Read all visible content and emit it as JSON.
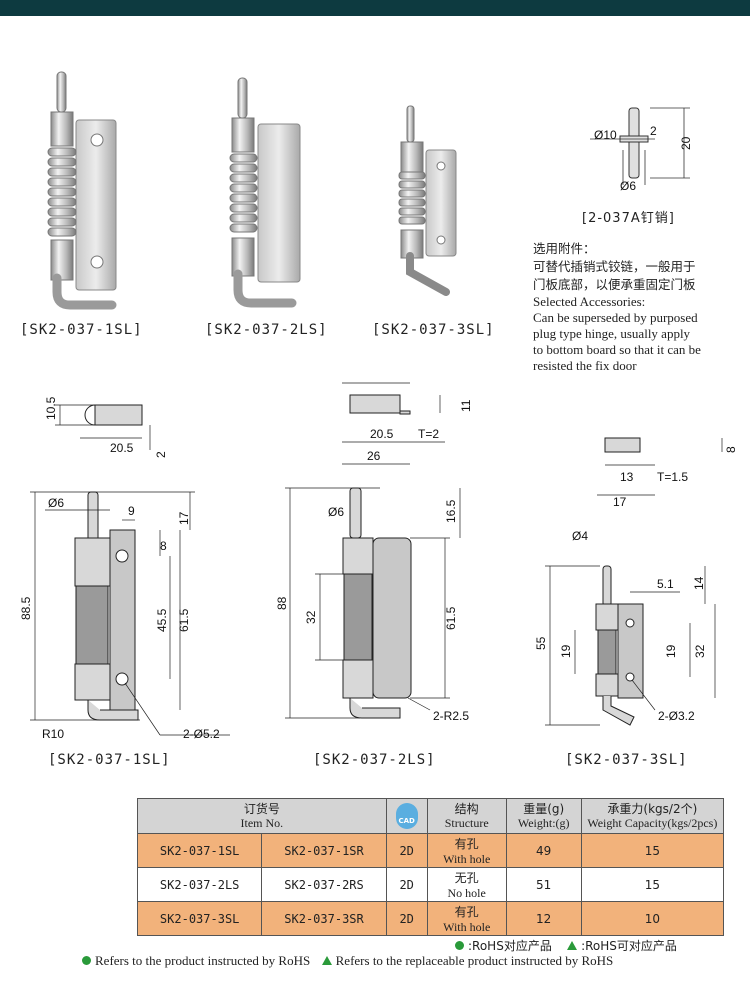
{
  "products": {
    "p1_caption": "[SK2-037-1SL]",
    "p2_caption": "[SK2-037-2LS]",
    "p3_caption": "[SK2-037-3SL]",
    "pin_caption": "[2-037A钉销]"
  },
  "pin_dims": {
    "d10": "Ø10",
    "two": "2",
    "twenty": "20",
    "d6": "Ø6"
  },
  "accessories": {
    "zh_title": "选用附件：",
    "zh_line1": "可替代插销式铰链，一般用于",
    "zh_line2": "门板底部，以便承重固定门板",
    "en_title": "Selected Accessories:",
    "en_line1": "Can be superseded by purposed",
    "en_line2": "plug type hinge, usually apply",
    "en_line3": "to bottom board so that it can be",
    "en_line4": "resisted the fix door"
  },
  "drawing1": {
    "caption": "[SK2-037-1SL]",
    "d_top1": "10.5",
    "d_top2": "20.5",
    "d_top3": "2",
    "d6": "Ø6",
    "d9": "9",
    "d17": "17",
    "d8": "8",
    "d885": "88.5",
    "d455": "45.5",
    "d615": "61.5",
    "r10": "R10",
    "holes": "2-Ø5.2"
  },
  "drawing2": {
    "caption": "[SK2-037-2LS]",
    "d11": "11",
    "d205": "20.5",
    "t": "T=2",
    "d26": "26",
    "d6": "Ø6",
    "d165": "16.5",
    "d88": "88",
    "d32": "32",
    "d615": "61.5",
    "r": "2-R2.5"
  },
  "drawing3": {
    "caption": "[SK2-037-3SL]",
    "d8": "8",
    "d13": "13",
    "t": "T=1.5",
    "d17": "17",
    "d4": "Ø4",
    "d51": "5.1",
    "d14": "14",
    "d55": "55",
    "d19a": "19",
    "d19b": "19",
    "d32": "32",
    "holes": "2-Ø3.2"
  },
  "table": {
    "headers": {
      "item_zh": "订货号",
      "item_en": "Item No.",
      "cad": "CAD",
      "struct_zh": "结构",
      "struct_en": "Structure",
      "weight_zh": "重量(g)",
      "weight_en": "Weight:(g)",
      "cap_zh": "承重力(kgs/2个)",
      "cap_en": "Weight Capacity(kgs/2pcs)"
    },
    "rows": [
      {
        "left": "SK2-037-1SL",
        "right": "SK2-037-1SR",
        "cad": "2D",
        "struct_zh": "有孔",
        "struct_en": "With hole",
        "weight": "49",
        "capacity": "15"
      },
      {
        "left": "SK2-037-2LS",
        "right": "SK2-037-2RS",
        "cad": "2D",
        "struct_zh": "无孔",
        "struct_en": "No hole",
        "weight": "51",
        "capacity": "15"
      },
      {
        "left": "SK2-037-3SL",
        "right": "SK2-037-3SR",
        "cad": "2D",
        "struct_zh": "有孔",
        "struct_en": "With hole",
        "weight": "12",
        "capacity": "10"
      }
    ]
  },
  "legend": {
    "rohs_zh": ":RoHS对应产品",
    "rohs_rep_zh": ":RoHS可对应产品",
    "rohs_en": "Refers to the product instructed by RoHS",
    "rohs_rep_en": "Refers to the replaceable product instructed by RoHS"
  },
  "colors": {
    "header_bar": "#0d3a40",
    "row_highlight": "#f2b27b",
    "table_header": "#d4d4d4",
    "legend_green": "#2a9a3a",
    "cad_blue": "#5aaee0"
  }
}
